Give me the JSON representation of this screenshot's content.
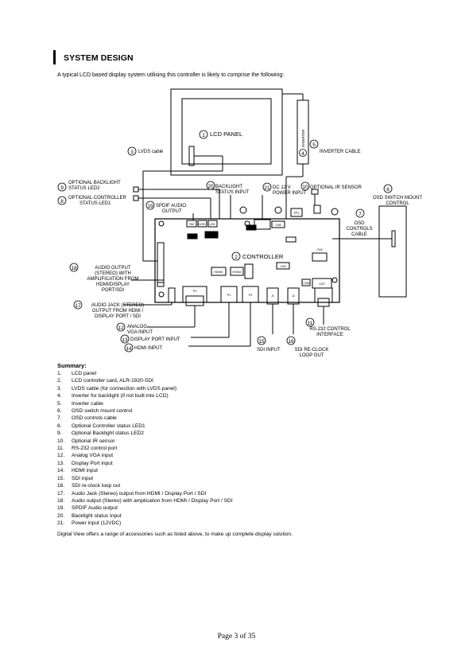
{
  "heading": "SYSTEM DESIGN",
  "intro": "A typical LCD based display system utilising this controller is likely to comprise the following:",
  "diagram": {
    "labels": {
      "lcd_panel": "LCD PANEL",
      "inverter": "INVERTER",
      "inverter_cable": "INVERTER CABLE",
      "lvds_cable": "LVDS cable",
      "backlight_led2": [
        "OPTIONAL BACKLIGHT",
        "STATUS LED2"
      ],
      "controller_led1": [
        "OPTIONAL CONTROLLER",
        "STATUS LED1"
      ],
      "backlight_input": [
        "BACKLIGHT",
        "STATUS INPUT"
      ],
      "power_input": [
        "DC 12 V",
        "POWER INPUT"
      ],
      "ir_sensor": "OPTIONAL IR SENSOR",
      "osd_switch": [
        "OSD SWITCH MOUNT",
        "CONTROL"
      ],
      "spdif": [
        "SPDIF AUDIO",
        "OUTPUT"
      ],
      "osd_cable": [
        "OSD",
        "CONTROLS",
        "CABLE"
      ],
      "controller": "CONTROLLER",
      "audio_output": [
        "AUDIO OUTPUT",
        "(STEREO) WITH",
        "AMPLIFICATION FROM",
        "HDMI/DISPLAY",
        "PORT/SDI"
      ],
      "audio_jack": [
        "AUDIO JACK (STEREO)",
        "OUTPUT FROM HDMI /",
        "DISPLAY PORT / SDI"
      ],
      "analog_vga": [
        "ANALOG",
        "VGA INPUT"
      ],
      "display_port": "DISPLAY PORT INPUT",
      "hdmi_input": "HDMI INPUT",
      "sdi_input": "SDI INPUT",
      "sdi_reclock": [
        "SDI RE-CLOCK",
        "LOOP OUT"
      ],
      "rs232": [
        "RS-232 CONTROL",
        "INTERFACE"
      ]
    },
    "numbers": {
      "n1": "1",
      "n2": "2",
      "n3": "3",
      "n4": "4",
      "n5": "5",
      "n6": "6",
      "n7": "7",
      "n8": "8",
      "n9": "9",
      "n10": "10",
      "n11": "11",
      "n12": "12",
      "n13": "13",
      "n14": "14",
      "n15": "15",
      "n16": "16",
      "n17": "17",
      "n18": "18",
      "n19": "19",
      "n20": "20",
      "n21": "21"
    },
    "board_chips": {
      "hdmi_a": "HDMI1",
      "hdmi_b": "HDMI2",
      "cn3": "CN3",
      "cn5": "CN5",
      "cn7": "CN7",
      "cn2": "CN2",
      "cn8": "CN8",
      "p1": "P1",
      "p2": "P2",
      "p4": "P4",
      "j1": "J1",
      "j2": "J2",
      "lvds": "LVDS",
      "sw": "SW",
      "led": "LED",
      "pp1": "PP1"
    }
  },
  "summary_title": "Summary:",
  "summary": [
    {
      "num": "1.",
      "text": "LCD panel"
    },
    {
      "num": "2.",
      "text": "LCD controller card, ALR-1920-SDI"
    },
    {
      "num": "3.",
      "text": "LVDS cable (for connection with LVDS panel)"
    },
    {
      "num": "4.",
      "text": "Inverter for backlight (if not built into LCD)"
    },
    {
      "num": "5.",
      "text": "Inverter cable"
    },
    {
      "num": "6.",
      "text": "OSD switch mount control"
    },
    {
      "num": "7.",
      "text": "OSD controls cable"
    },
    {
      "num": "8.",
      "text": "Optional Controller status LED1"
    },
    {
      "num": "9.",
      "text": "Optional Backlight status LED2"
    },
    {
      "num": "10.",
      "text": "Optional IR sensor"
    },
    {
      "num": "11.",
      "text": "RS-232 control port"
    },
    {
      "num": "12.",
      "text": "Analog VGA input"
    },
    {
      "num": "13.",
      "text": "Display Port input"
    },
    {
      "num": "14.",
      "text": "HDMI input"
    },
    {
      "num": "15.",
      "text": "SDI input"
    },
    {
      "num": "16.",
      "text": "SDI re-clock loop out"
    },
    {
      "num": "17.",
      "text": "Audio Jack (Stereo) output from HDMI / Display Port / SDI"
    },
    {
      "num": "18.",
      "text": "Audio output (Stereo) with amplication from HDMI / Display Port / SDI"
    },
    {
      "num": "19.",
      "text": "SPDIF Audio output"
    },
    {
      "num": "20.",
      "text": "Backlight status Input"
    },
    {
      "num": "21.",
      "text": "Power input (12VDC)"
    }
  ],
  "closing": "Digital View offers a range of accessories such as listed above, to make up complete display solution.",
  "footer": "Page 3 of 35"
}
